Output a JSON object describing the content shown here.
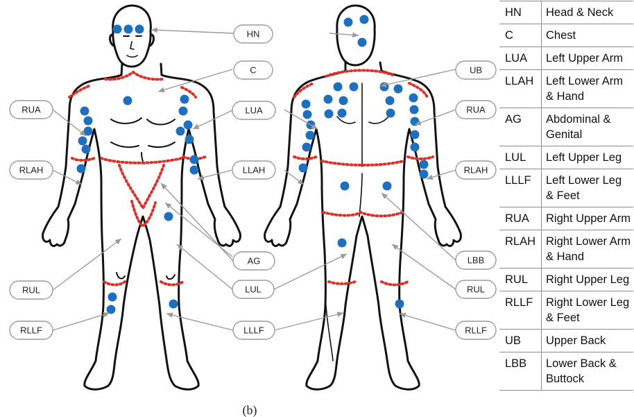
{
  "caption": "(b)",
  "marker_color": "#1f6fbf",
  "boundary_color": "#d9342b",
  "body_outline_color": "#111111",
  "callout_labels": {
    "front_hn": "HN",
    "front_c": "C",
    "front_rua": "RUA",
    "front_lua": "LUA",
    "front_rlah": "RLAH",
    "front_llah": "LLAH",
    "front_ag": "AG",
    "front_rul": "RUL",
    "front_lul": "LUL",
    "front_rllf": "RLLF",
    "front_lllf": "LLLF",
    "back_ub": "UB",
    "back_rua": "RUA",
    "back_rlah": "RLAH",
    "back_lbb": "LBB",
    "back_rul": "RUL",
    "back_rllf": "RLLF"
  },
  "legend": [
    {
      "abbr": "HN",
      "full": "Head & Neck"
    },
    {
      "abbr": "C",
      "full": "Chest"
    },
    {
      "abbr": "LUA",
      "full": "Left Upper Arm"
    },
    {
      "abbr": "LLAH",
      "full": "Left Lower Arm & Hand"
    },
    {
      "abbr": "AG",
      "full": "Abdominal & Genital"
    },
    {
      "abbr": "LUL",
      "full": "Left Upper Leg"
    },
    {
      "abbr": "LLLF",
      "full": "Left Lower Leg & Feet"
    },
    {
      "abbr": "RUA",
      "full": "Right Upper Arm"
    },
    {
      "abbr": "RLAH",
      "full": "Right Lower Arm & Hand"
    },
    {
      "abbr": "RUL",
      "full": "Right Upper Leg"
    },
    {
      "abbr": "RLLF",
      "full": "Right Lower Leg & Feet"
    },
    {
      "abbr": "UB",
      "full": "Upper Back"
    },
    {
      "abbr": "LBB",
      "full": "Lower Back & Buttock"
    }
  ]
}
